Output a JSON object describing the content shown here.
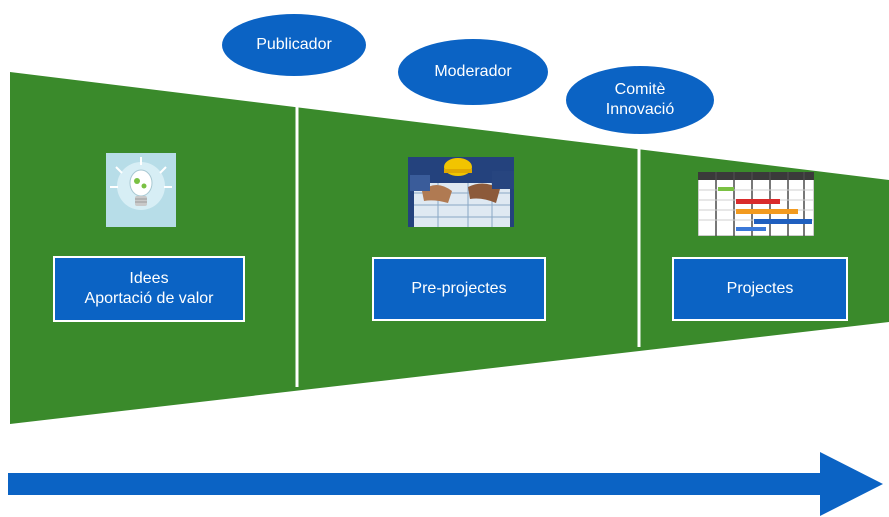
{
  "colors": {
    "funnel": "#3a8a2b",
    "accent": "#0b63c4",
    "divider": "#ffffff"
  },
  "roles": [
    {
      "label": "Publicador"
    },
    {
      "label": "Moderador"
    },
    {
      "label_line1": "Comitè",
      "label_line2": "Innovació"
    }
  ],
  "stages": [
    {
      "line1": "Idees",
      "line2": "Aportació de valor",
      "icon": "lightbulb-icon"
    },
    {
      "line1": "Pre-projectes",
      "icon": "blueprint-photo"
    },
    {
      "line1": "Projectes",
      "icon": "gantt-chart-icon"
    }
  ],
  "flow_arrow": {
    "icon": "right-arrow-icon"
  }
}
